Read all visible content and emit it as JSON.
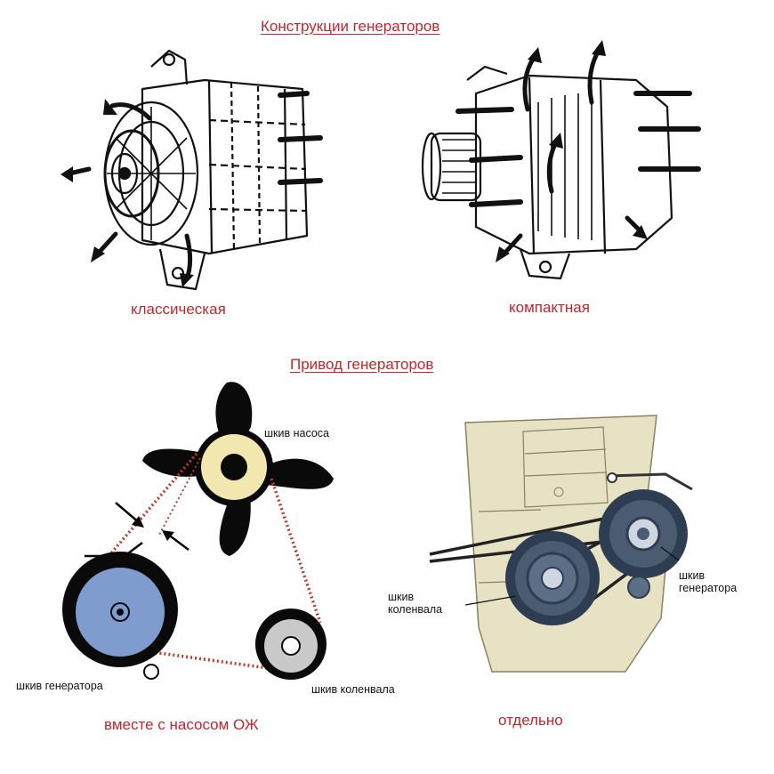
{
  "sections": {
    "designs_title": "Конструкции генераторов",
    "drive_title": "Привод генераторов"
  },
  "designs": {
    "classic_caption": "классическая",
    "compact_caption": "компактная"
  },
  "drive_with_pump": {
    "caption": "вместе с насосом ОЖ",
    "pump_pulley_label": "шкив насоса",
    "generator_pulley_label": "шкив генератора",
    "crankshaft_pulley_label": "шкив коленвала",
    "colors": {
      "belt": "#c0392b",
      "pump_pulley": "#f3e7b0",
      "generator_pulley": "#7f9ccf",
      "crank_pulley": "#c9c9c9",
      "fan": "#0a0a0a"
    }
  },
  "drive_separate": {
    "caption": "отдельно",
    "crankshaft_pulley_label_line1": "шкив",
    "crankshaft_pulley_label_line2": "коленвала",
    "generator_pulley_label_line1": "шкив",
    "generator_pulley_label_line2": "генератора",
    "colors": {
      "engine_block": "#e8e2c4",
      "pulley": "#4a5b72",
      "belt": "#3a3a3a"
    }
  }
}
